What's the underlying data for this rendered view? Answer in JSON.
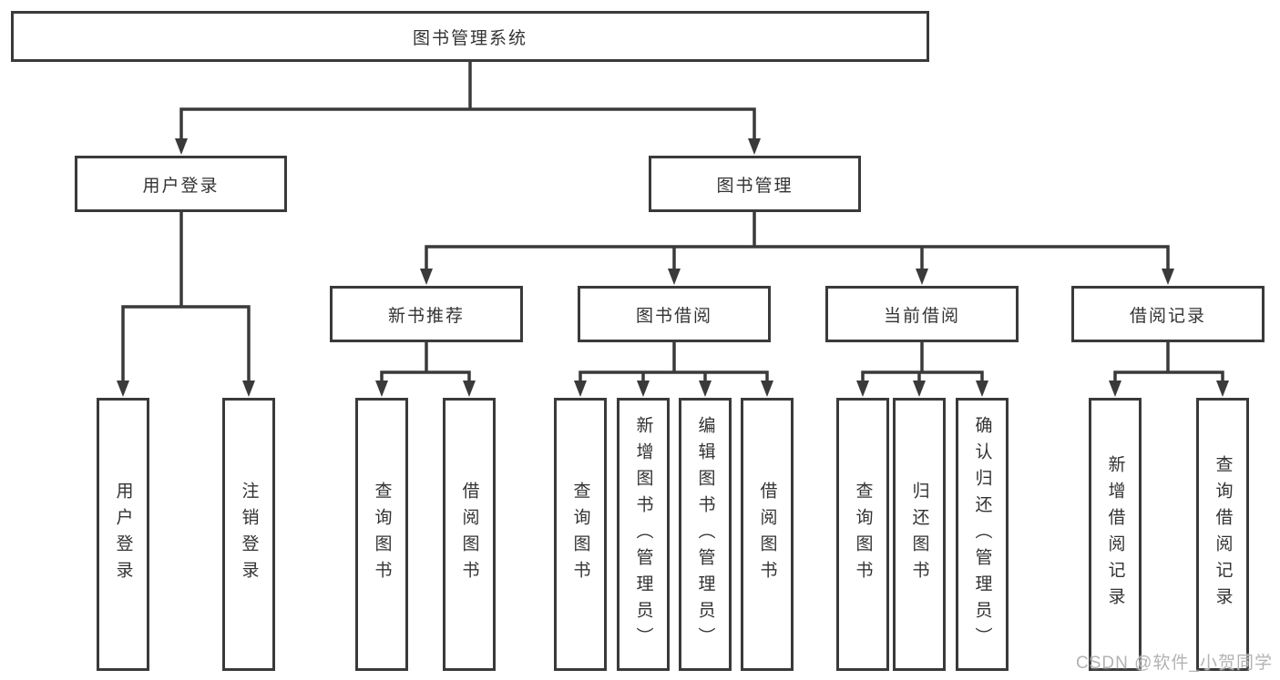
{
  "diagram": {
    "root": {
      "label": "图书管理系统"
    },
    "branches": [
      {
        "label": "用户登录",
        "children": [
          {
            "label": "用户登录"
          },
          {
            "label": "注销登录"
          }
        ]
      },
      {
        "label": "图书管理",
        "children": [
          {
            "label": "新书推荐",
            "children": [
              {
                "label": "查询图书"
              },
              {
                "label": "借阅图书"
              }
            ]
          },
          {
            "label": "图书借阅",
            "children": [
              {
                "label": "查询图书"
              },
              {
                "label": "新增图书（管理员）"
              },
              {
                "label": "编辑图书（管理员）"
              },
              {
                "label": "借阅图书"
              }
            ]
          },
          {
            "label": "当前借阅",
            "children": [
              {
                "label": "查询图书"
              },
              {
                "label": "归还图书"
              },
              {
                "label": "确认归还（管理员）"
              }
            ]
          },
          {
            "label": "借阅记录",
            "children": [
              {
                "label": "新增借阅记录"
              },
              {
                "label": "查询借阅记录"
              }
            ]
          }
        ]
      }
    ]
  },
  "watermark": {
    "text": "CSDN @软件_小贺同学"
  },
  "colors": {
    "line": "#3a3a3a",
    "text": "#333333",
    "background": "#ffffff",
    "watermark": "#b3b3b3"
  }
}
